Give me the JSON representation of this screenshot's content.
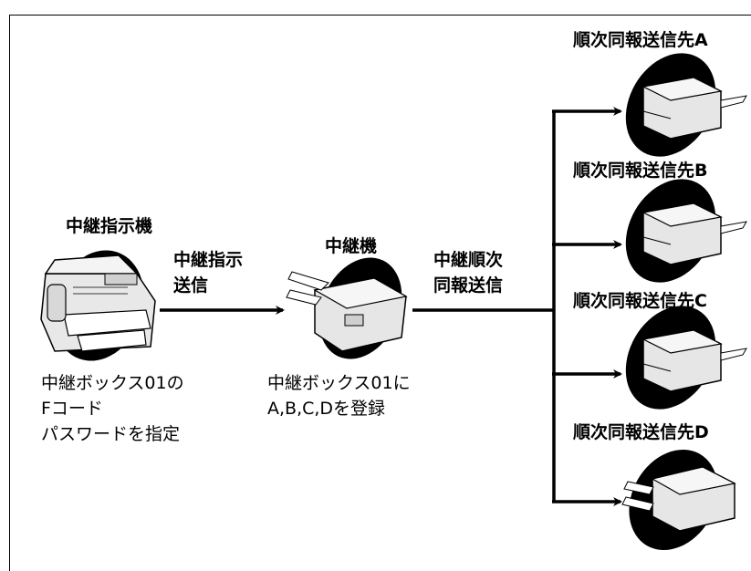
{
  "relay_instructor": {
    "title": "中継指示機",
    "note_line1": "中継ボックス01の",
    "note_line2": "Fコード",
    "note_line3": "パスワードを指定"
  },
  "relay_send": {
    "line1": "中継指示",
    "line2": "送信"
  },
  "relay_machine": {
    "title": "中継機",
    "note_line1": "中継ボックス01に",
    "note_line2": "A,B,C,Dを登録"
  },
  "sequential_broadcast": {
    "line1": "中継順次",
    "line2": "同報送信"
  },
  "destinations": [
    {
      "label": "順次同報送信先A"
    },
    {
      "label": "順次同報送信先B"
    },
    {
      "label": "順次同報送信先C"
    },
    {
      "label": "順次同報送信先D"
    }
  ],
  "colors": {
    "line": "#000000",
    "machine_body": "#e6e6e6",
    "shadow": "#000000"
  }
}
